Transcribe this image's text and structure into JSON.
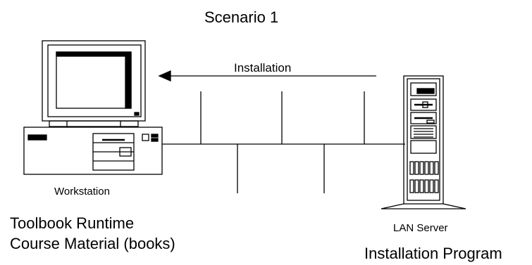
{
  "diagram": {
    "title": "Scenario 1",
    "arrow_label": "Installation",
    "workstation": {
      "label": "Workstation",
      "contents": [
        "Toolbook Runtime",
        "Course Material (books)"
      ]
    },
    "server": {
      "label": "LAN Server",
      "contents": [
        "Installation Program"
      ]
    }
  }
}
